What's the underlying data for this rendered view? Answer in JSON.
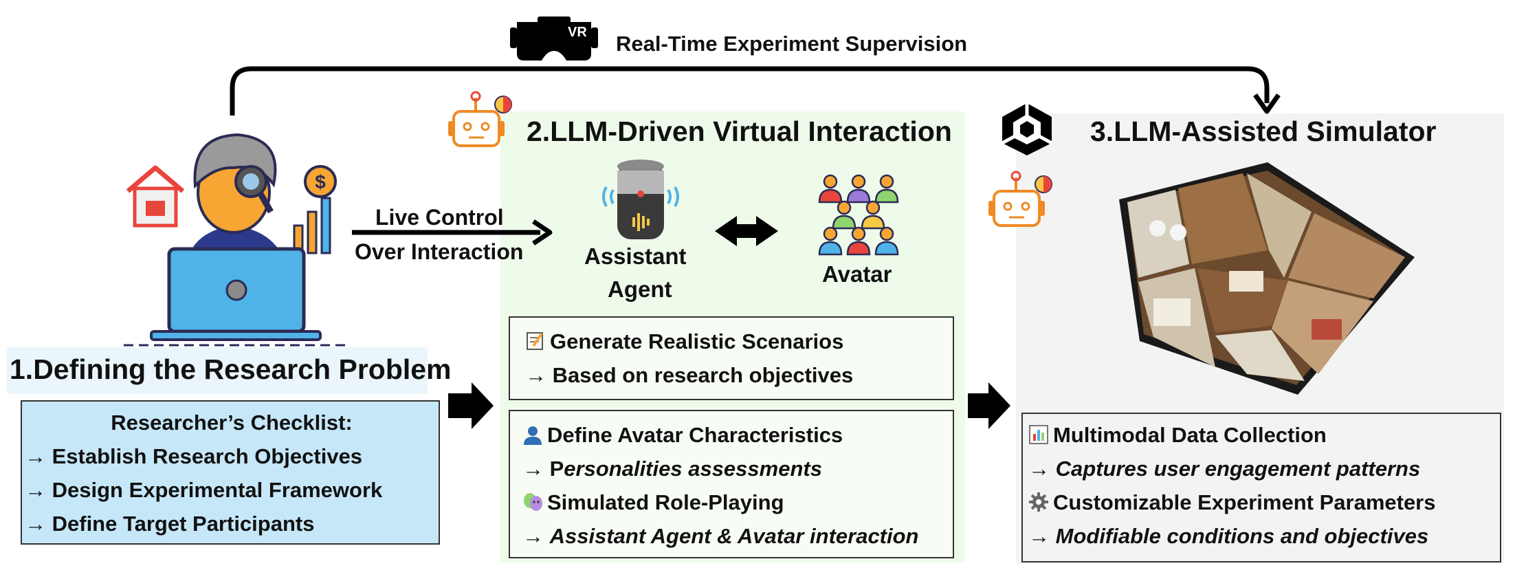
{
  "supervision": {
    "headset_text": "VR",
    "label": "Real-Time Experiment Supervision"
  },
  "step1": {
    "title": "1.Defining the Research Problem",
    "checklist_title": "Researcher’s Checklist:",
    "items": [
      "→ Establish Research Objectives",
      "→ Design Experimental Framework",
      "→ Define Target Participants"
    ]
  },
  "live_control": {
    "line1": "Live Control",
    "line2": "Over Interaction"
  },
  "step2": {
    "title": "2.LLM-Driven Virtual Interaction",
    "agent_line1": "Assistant",
    "agent_line2": "Agent",
    "avatar_label": "Avatar",
    "scenario_title": "Generate Realistic Scenarios",
    "scenario_sub": "→ Based on research objectives",
    "avatar_char_title": "Define Avatar Characteristics",
    "avatar_char_sub_arrow": "→ P",
    "avatar_char_sub_rest": "ersonalities assessments",
    "roleplay_title": "Simulated Role-Playing",
    "roleplay_sub_arrow": "→ ",
    "roleplay_sub_rest": "Assistant Agent & Avatar interaction"
  },
  "step3": {
    "title": "3.LLM-Assisted Simulator",
    "data_title": "Multimodal Data Collection",
    "data_sub_arrow": "→ ",
    "data_sub_rest": "Captures user engagement patterns",
    "params_title": "Customizable Experiment Parameters",
    "params_sub_arrow": "→ ",
    "params_sub_rest": "Modifiable conditions and objectives"
  },
  "icons": {
    "vr": "vr-headset-icon",
    "researcher": "researcher-illustration-icon",
    "robot": "robot-lightbulb-icon",
    "speaker": "smart-speaker-icon",
    "avatars": "avatar-group-icon",
    "unity": "unity-logo-icon",
    "apartment": "apartment-3d-model-image"
  },
  "colors": {
    "panel2_bg": "#eefbea",
    "panel3_bg": "#f3f3f3",
    "checklist_bg": "#c6e7f8",
    "robot_orange": "#f08a24",
    "laptop_blue": "#4fb3e8"
  }
}
